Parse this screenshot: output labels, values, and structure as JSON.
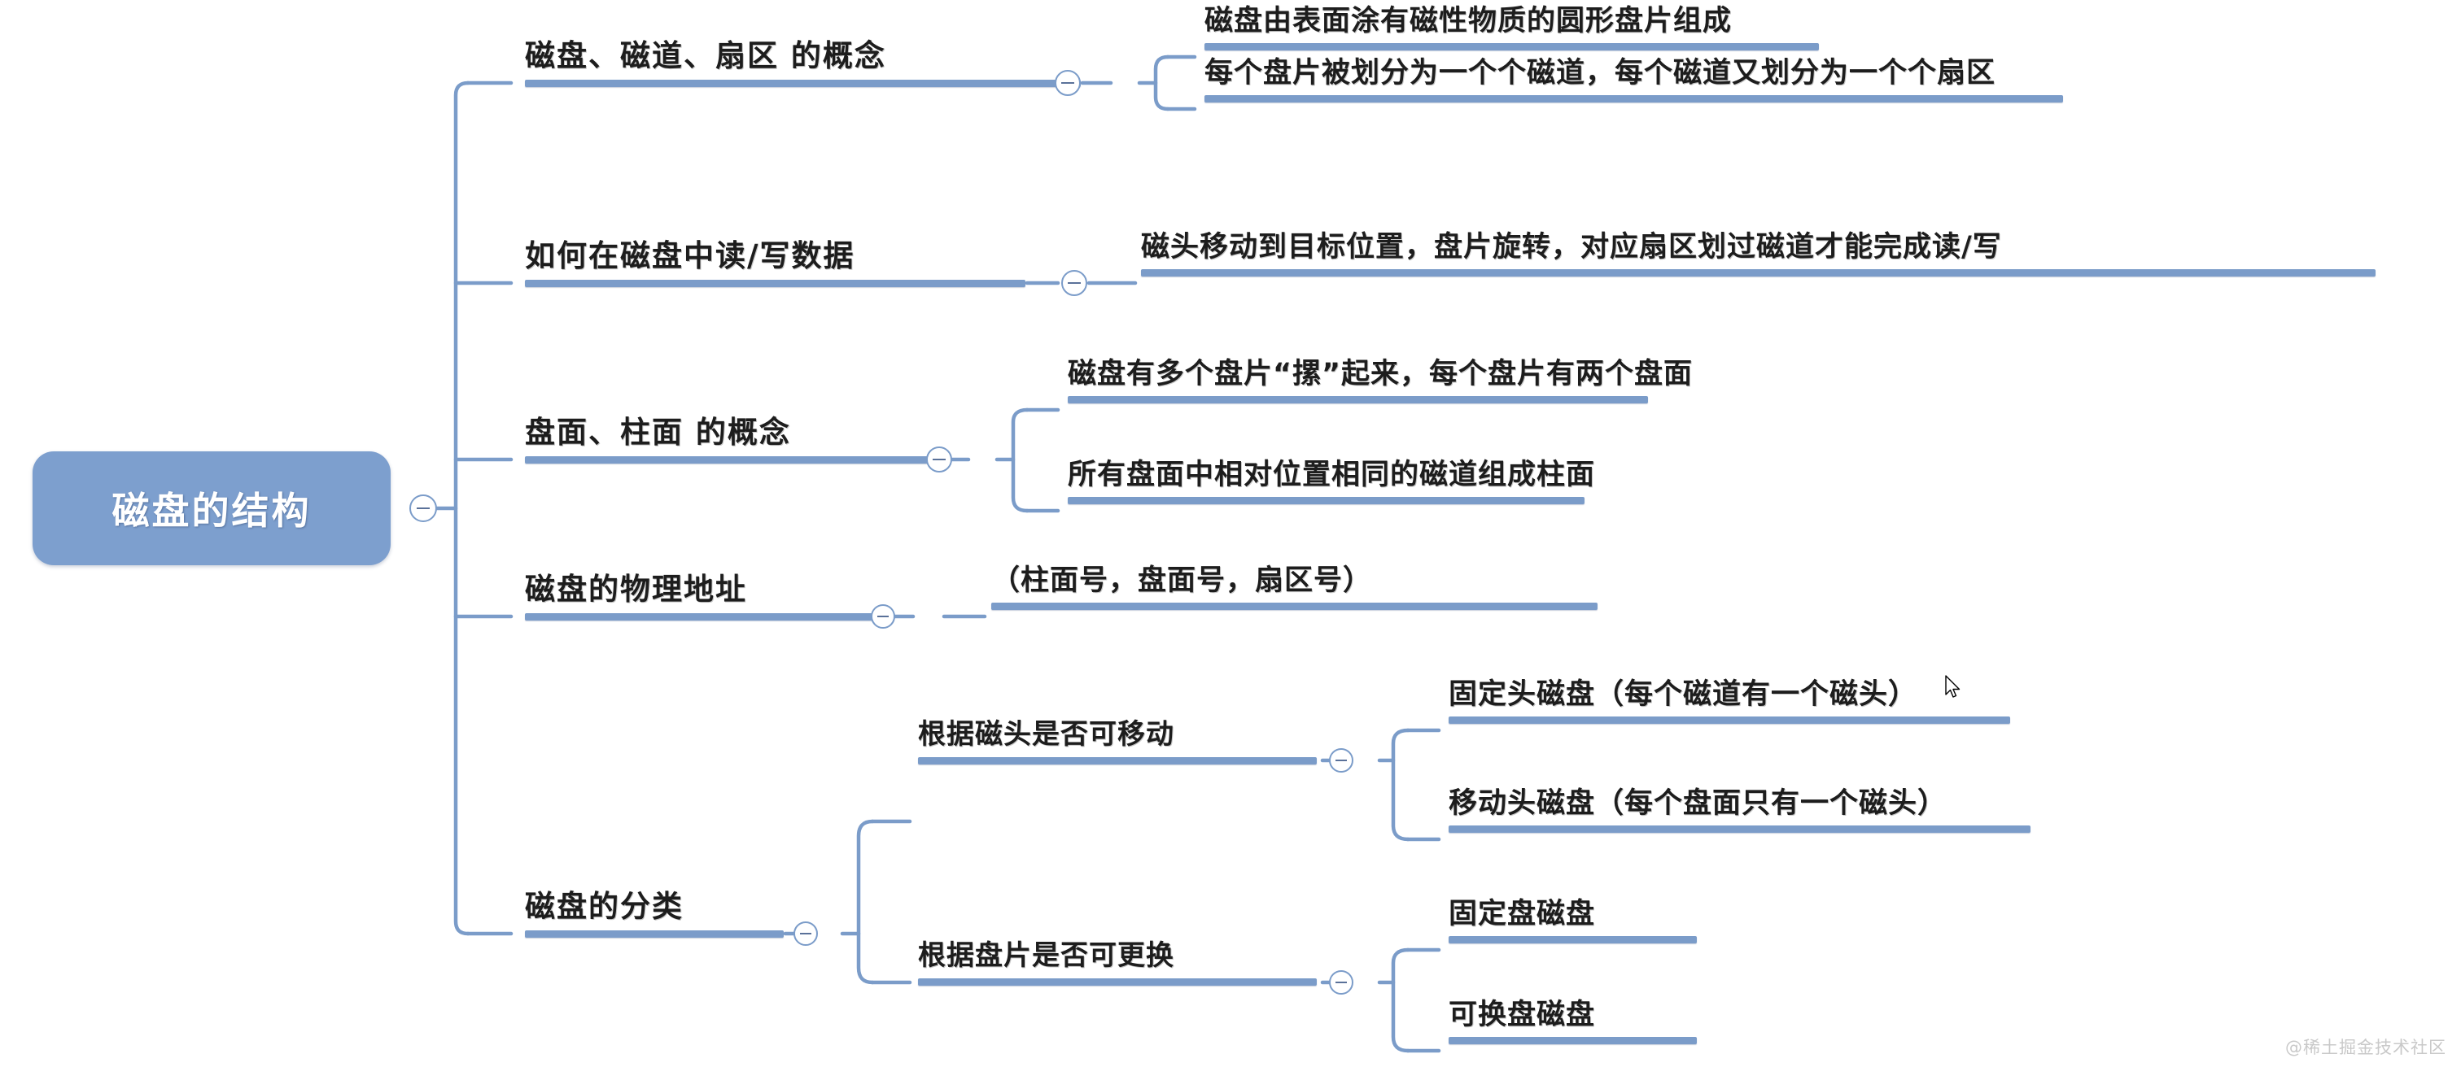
{
  "diagram": {
    "type": "mind-map",
    "accent_color": "#7b9cc9",
    "root_fill": "#7d9fce",
    "root_text_color": "#ffffff",
    "text_color": "#1d1d1d",
    "background": "#ffffff",
    "toggle_icon": "minus-circle-icon",
    "root": {
      "label": "磁盘的结构",
      "toggle_state": "expanded"
    },
    "branches": [
      {
        "label": "磁盘、磁道、扇区 的概念",
        "toggle_state": "expanded",
        "children": [
          {
            "label": "磁盘由表面涂有磁性物质的圆形盘片组成"
          },
          {
            "label": "每个盘片被划分为一个个磁道，每个磁道又划分为一个个扇区"
          }
        ]
      },
      {
        "label": "如何在磁盘中读/写数据",
        "toggle_state": "expanded",
        "children": [
          {
            "label": "磁头移动到目标位置，盘片旋转，对应扇区划过磁道才能完成读/写"
          }
        ]
      },
      {
        "label": "盘面、柱面 的概念",
        "toggle_state": "expanded",
        "children": [
          {
            "label": "磁盘有多个盘片“摞”起来，每个盘片有两个盘面"
          },
          {
            "label": "所有盘面中相对位置相同的磁道组成柱面"
          }
        ]
      },
      {
        "label": "磁盘的物理地址",
        "toggle_state": "expanded",
        "children": [
          {
            "label": "（柱面号，盘面号，扇区号）"
          }
        ]
      },
      {
        "label": "磁盘的分类",
        "toggle_state": "expanded",
        "children": [
          {
            "label": "根据磁头是否可移动",
            "toggle_state": "expanded",
            "children": [
              {
                "label": "固定头磁盘（每个磁道有一个磁头）"
              },
              {
                "label": "移动头磁盘（每个盘面只有一个磁头）"
              }
            ]
          },
          {
            "label": "根据盘片是否可更换",
            "toggle_state": "expanded",
            "children": [
              {
                "label": "固定盘磁盘"
              },
              {
                "label": "可换盘磁盘"
              }
            ]
          }
        ]
      }
    ]
  },
  "watermark": {
    "text": "@稀土掘金技术社区"
  }
}
